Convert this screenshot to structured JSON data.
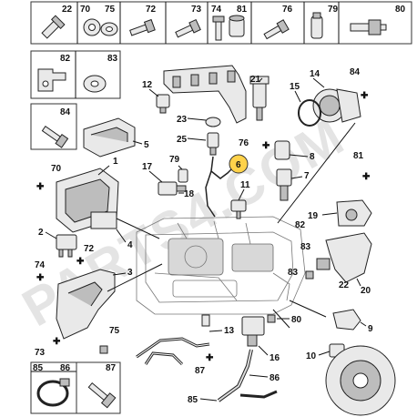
{
  "header_row": {
    "numbers": [
      "22",
      "70",
      "75",
      "72",
      "73",
      "74",
      "81",
      "76",
      "79",
      "80"
    ]
  },
  "left_column_headers": {
    "numbers": [
      "82",
      "83",
      "84"
    ]
  },
  "bottom_headers": {
    "numbers": [
      "85",
      "86",
      "87"
    ]
  },
  "callouts": {
    "n1": "1",
    "n2": "2",
    "n3": "3",
    "n4": "4",
    "n5": "5",
    "n6": "6",
    "n7": "7",
    "n8": "8",
    "n9": "9",
    "n10": "10",
    "n11": "11",
    "n12": "12",
    "n13": "13",
    "n14": "14",
    "n15": "15",
    "n16": "16",
    "n17": "17",
    "n18": "18",
    "n19": "19",
    "n20": "20",
    "n21": "21",
    "n22": "22",
    "n23": "23",
    "n25": "25",
    "n70": "70",
    "n72": "72",
    "n73": "73",
    "n74": "74",
    "n75": "75",
    "n76": "76",
    "n79": "79",
    "n80": "80",
    "n81": "81",
    "n82": "82",
    "n83": "83",
    "n84": "84",
    "n85": "85",
    "n86": "86",
    "n87": "87",
    "n82b": "82",
    "n83b": "83",
    "n87b": "87",
    "n74b": "74",
    "n76b": "76",
    "n81b": "81",
    "n84b": "84"
  },
  "watermark": "PARTS4.COM"
}
